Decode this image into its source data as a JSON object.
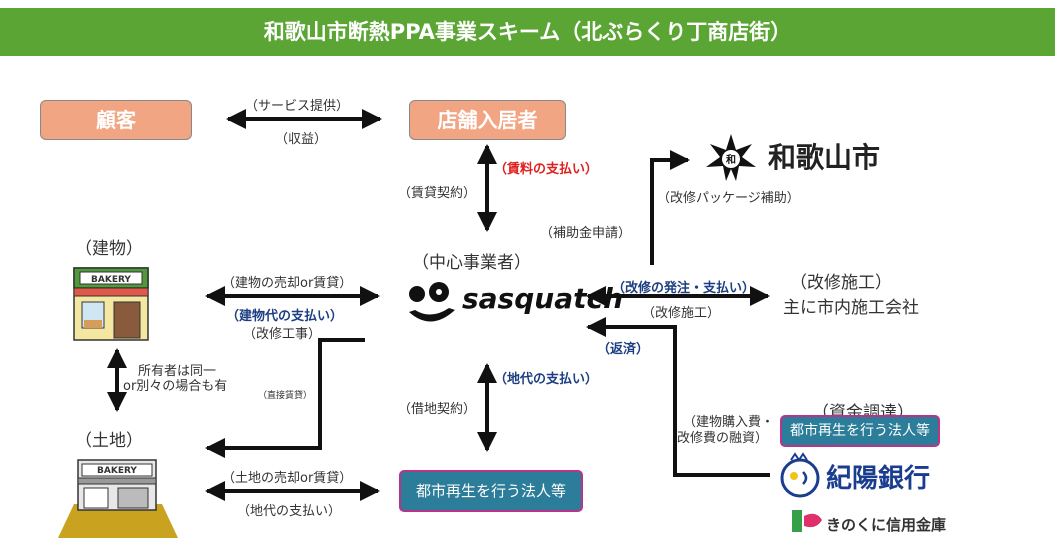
{
  "title": "和歌山市断熱PPA事業スキーム（北ぶらくり丁商店街）",
  "boxes": {
    "customer": "顧客",
    "tenant": "店舗入居者",
    "urban_corp_center": "都市再生を行う法人等",
    "urban_corp_right": "都市再生を行う法人等"
  },
  "labels": {
    "service": "（サービス提供）",
    "revenue": "（収益）",
    "rent_contract": "（賃貸契約）",
    "rent_payment": "（賃料の支払い）",
    "city_name": "和歌山市",
    "renovation_subsidy": "（改修パッケージ補助）",
    "subsidy_application": "（補助金申請）",
    "central_operator": "（中心事業者）",
    "sasquatch": "sasquatch",
    "building": "（建物）",
    "building_sale": "（建物の売却or賃貸）",
    "building_payment": "（建物代の支払い）",
    "renovation_work": "（改修工事）",
    "owner_note_1": "所有者は同一",
    "owner_note_2": "or別々の場合も有",
    "direct_lease": "（直接賃貸）",
    "land": "（土地）",
    "land_sale": "（土地の売却or賃貸）",
    "land_payment_bottom": "（地代の支払い）",
    "land_lease": "（借地契約）",
    "land_payment": "（地代の支払い）",
    "order_payment": "（改修の発注・支払い）",
    "renovation_construction": "（改修施工）",
    "construction_label": "（改修施工）",
    "local_contractor": "主に市内施工会社",
    "repayment": "（返済）",
    "loan_1": "（建物購入費・",
    "loan_2": "改修費の融資）",
    "funding": "（資金調達）",
    "kiyo_bank": "紀陽銀行",
    "kinokuni": "きのくに信用金庫",
    "bakery": "BAKERY"
  },
  "colors": {
    "green_bar": "#5aa533",
    "orange_box": "#f1a583",
    "teal_box": "#2c7d9a",
    "box_border": "#b9338a",
    "navy_text": "#1d3f82",
    "red_text": "#e02020"
  }
}
